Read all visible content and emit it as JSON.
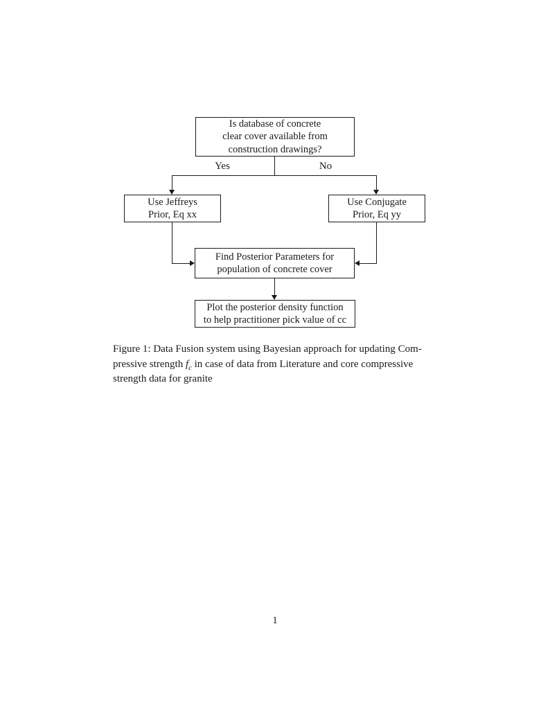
{
  "page": {
    "number": "1"
  },
  "figure": {
    "nodes": {
      "decision": {
        "lines": [
          "Is database of concrete",
          "clear cover available from",
          "construction drawings?"
        ]
      },
      "jeffreys": {
        "lines": [
          "Use Jeffreys",
          "Prior, Eq xx"
        ]
      },
      "conjugate": {
        "lines": [
          "Use Conjugate",
          "Prior, Eq yy"
        ]
      },
      "posterior": {
        "lines": [
          "Find Posterior Parameters for",
          "population of concrete cover"
        ]
      },
      "plot": {
        "lines": [
          "Plot the posterior density function",
          "to help practitioner pick value of cc"
        ]
      }
    },
    "branch_labels": {
      "yes": "Yes",
      "no": "No"
    }
  },
  "caption": {
    "line1": "Figure 1: Data Fusion system using Bayesian approach for updating Com-",
    "line2_pre": "pressive strength ",
    "math_variable": "f",
    "math_subscript": "c",
    "line2_post": " in case of data from Literature and core compressive",
    "line3": "strength data for granite"
  },
  "colors": {
    "ink": "#1a1a1a",
    "background": "#ffffff"
  }
}
